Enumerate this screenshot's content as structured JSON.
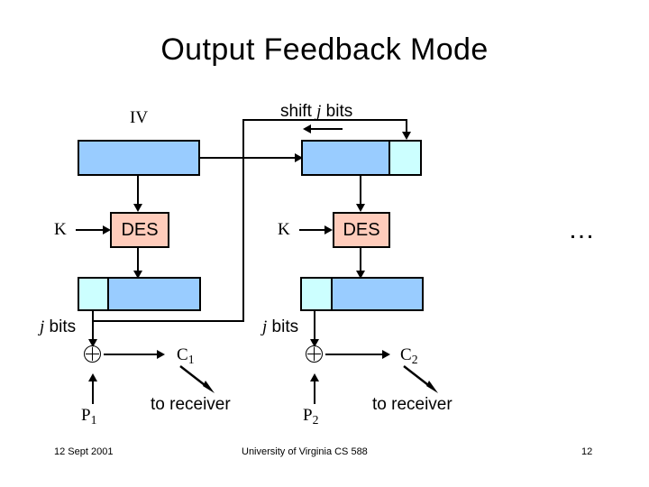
{
  "slide": {
    "title": "Output Feedback Mode",
    "ellipsis": "…"
  },
  "labels": {
    "iv": "IV",
    "shift_prefix": "shift ",
    "shift_italic": "j",
    "shift_suffix": " bits",
    "jbits_italic": "j",
    "jbits_suffix": " bits",
    "key1": "K",
    "key2": "K",
    "des1": "DES",
    "des2": "DES",
    "cipher1_base": "C",
    "cipher1_sub": "1",
    "cipher2_base": "C",
    "cipher2_sub": "2",
    "plain1_base": "P",
    "plain1_sub": "1",
    "plain2_base": "P",
    "plain2_sub": "2",
    "to_receiver_1": "to receiver",
    "to_receiver_2": "to receiver"
  },
  "colors": {
    "register_fill": "#99CCFF",
    "register_fill_light": "#CCFFFF",
    "des_fill": "#FFCCBB",
    "outline": "#000000",
    "background": "#FFFFFF"
  },
  "footer": {
    "date": "12 Sept 2001",
    "organization": "University of Virginia CS 588",
    "page_number": "12"
  }
}
